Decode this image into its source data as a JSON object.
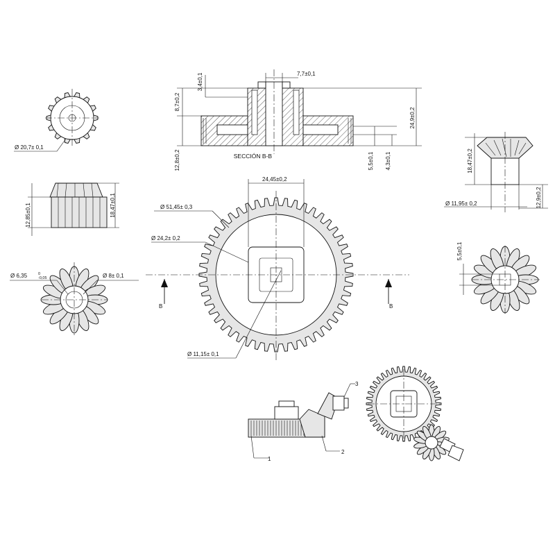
{
  "section": {
    "title": "SECCIÓN B-B",
    "dims": {
      "top_left_outer": "8,7±0,2",
      "top_left_inner": "3,4±0,1",
      "top_bore": "7,7±0,1",
      "right_height": "24,9±0,2",
      "left_bottom": "12,8±0,2",
      "lower_a": "5,5±0,1",
      "lower_b": "4,3±0,1"
    }
  },
  "small_gear_top": {
    "dia": "Ø 20,7± 0,1"
  },
  "pinion_side": {
    "h1": "12,85±0,1",
    "h2": "18,47±0,1"
  },
  "pinion_front": {
    "bore": "Ø 6,35",
    "bore_tol_upper": "0",
    "bore_tol_lower": "-0,05",
    "outer": "Ø 8± 0,1"
  },
  "main_gear": {
    "top_dim": "24,45±0,2",
    "d_outer": "Ø 51,45± 0,3",
    "d_hub": "Ø 24,2± 0,2",
    "d_bore": "Ø 11,15± 0,1",
    "section_mark": "B"
  },
  "right_gear_side": {
    "h1": "18,47±0,2",
    "h2": "12,9±0,2",
    "dia": "Ø 11,95± 0,2"
  },
  "right_gear_front": {
    "sq": "5,5±0,1"
  },
  "assembly": {
    "label_1": "1",
    "label_2": "2",
    "label_3": "3"
  }
}
